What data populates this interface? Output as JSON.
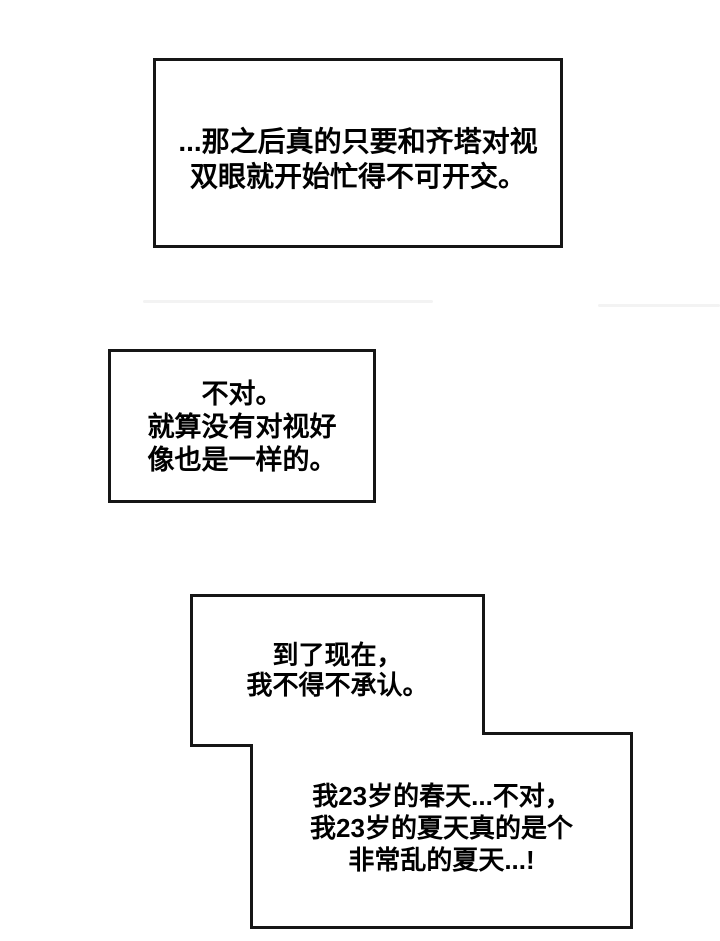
{
  "page": {
    "background_color": "#ffffff",
    "panel_border_color": "#161616",
    "text_color": "#000000",
    "artifact_color": "#f3f3f3"
  },
  "panels": [
    {
      "id": "narration-box-1",
      "lines": [
        "...那之后真的只要和齐塔对视",
        "双眼就开始忙得不可开交。"
      ]
    },
    {
      "id": "narration-box-2",
      "lines": [
        "不对。",
        "就算没有对视好",
        "像也是一样的。"
      ]
    },
    {
      "id": "narration-box-3",
      "lines": [
        "到了现在，",
        "我不得不承认。"
      ]
    },
    {
      "id": "narration-box-4",
      "lines": [
        "我23岁的春天...不对，",
        "我23岁的夏天真的是个",
        "非常乱的夏天...!"
      ]
    }
  ]
}
